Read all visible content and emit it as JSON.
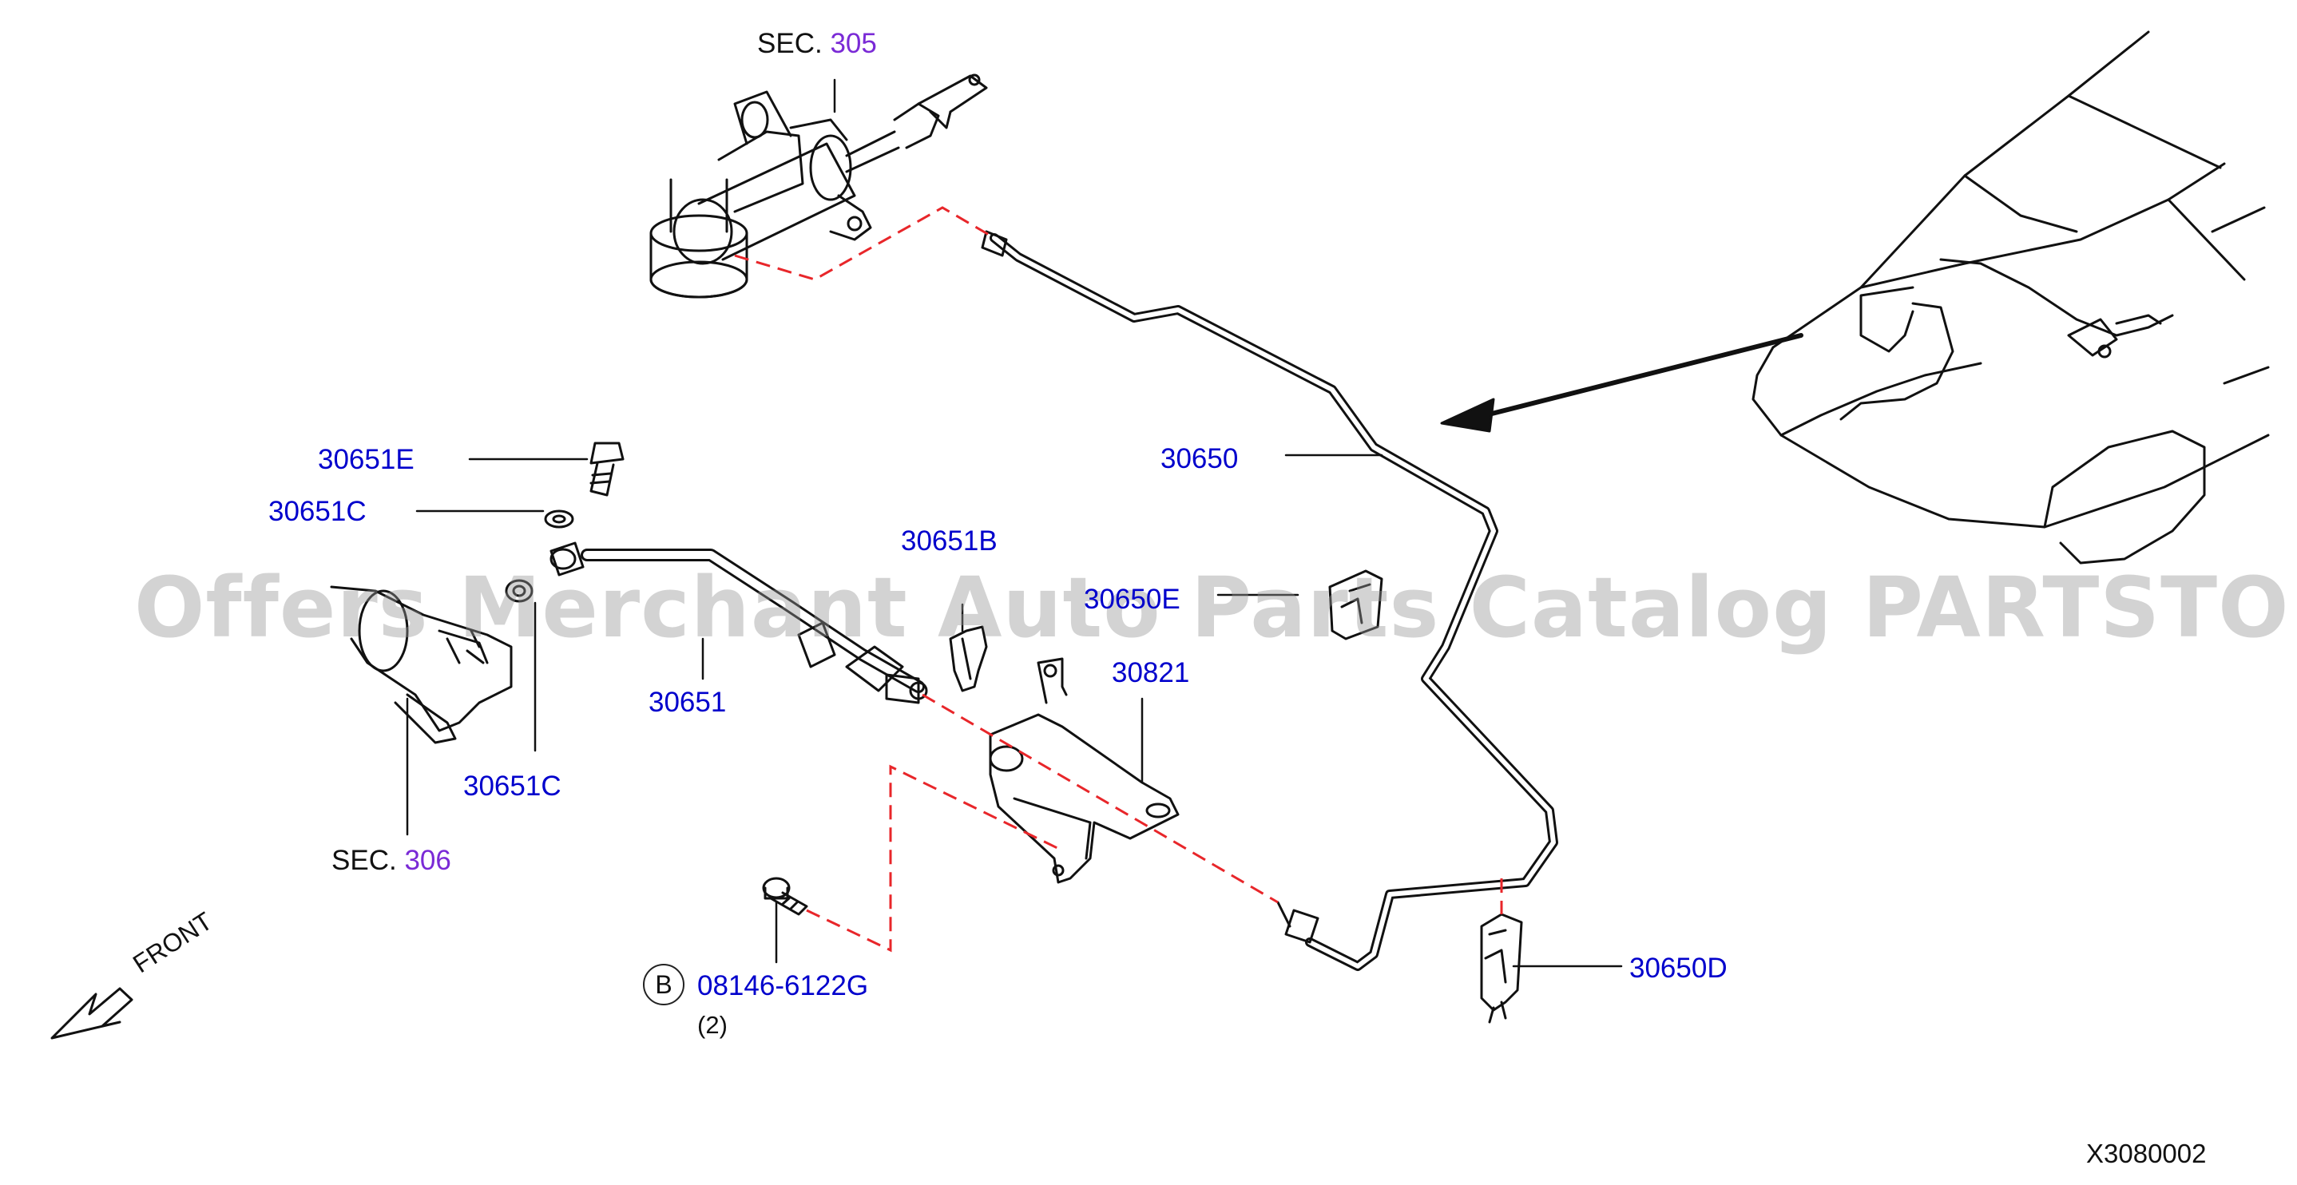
{
  "watermark": "Offers Merchant Auto Parts Catalog PARTSTORE.SA",
  "sections": [
    {
      "prefix": "SEC.",
      "number": "305"
    },
    {
      "prefix": "SEC.",
      "number": "306"
    }
  ],
  "part_labels": {
    "p30650": "30650",
    "p30651E": "30651E",
    "p30651C_top": "30651C",
    "p30651B": "30651B",
    "p30650E": "30650E",
    "p30651": "30651",
    "p30821": "30821",
    "p30651C_bottom": "30651C",
    "p08146": "08146-6122G",
    "p30650D": "30650D"
  },
  "bolt_qty": "(2)",
  "bolt_marker": "B",
  "front_label": "FRONT",
  "diagram_code": "X3080002",
  "colors": {
    "part_number": "#0000cc",
    "section_number": "#7a2ad6",
    "line": "#111111",
    "dashed": "#e8262a"
  }
}
